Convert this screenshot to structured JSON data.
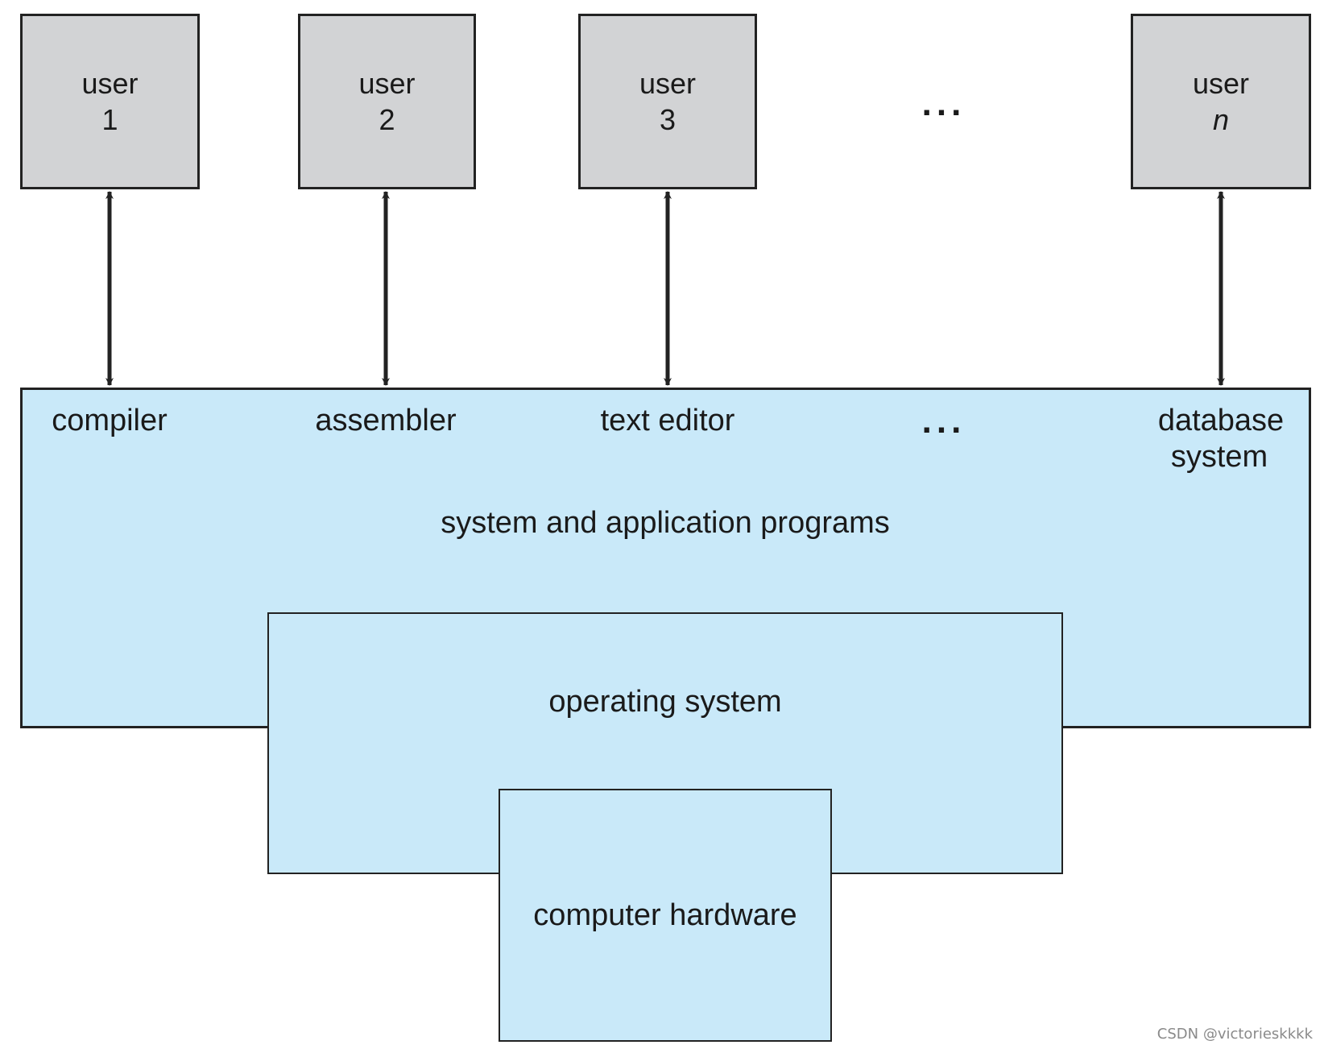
{
  "users": [
    {
      "word": "user",
      "id": "1"
    },
    {
      "word": "user",
      "id": "2"
    },
    {
      "word": "user",
      "id": "3"
    },
    {
      "word": "user",
      "id": "n"
    }
  ],
  "ellipsis_top": "...",
  "programs": {
    "items": [
      "compiler",
      "assembler",
      "text editor",
      "database",
      "system"
    ],
    "ellipsis": "...",
    "layer_label": "system and application programs"
  },
  "os_label": "operating system",
  "hardware_label": "computer hardware",
  "watermark": "CSDN @victorieskkkk"
}
